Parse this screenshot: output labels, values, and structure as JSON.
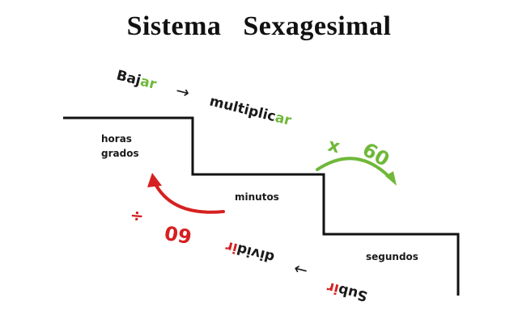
{
  "title": "Sistema   Sexagesimal",
  "steps": {
    "top": [
      "horas",
      "grados"
    ],
    "middle": "minutos",
    "bottom": "segundos"
  },
  "descend": {
    "verb_parts": [
      "Baj",
      "ar"
    ],
    "arrow": "→",
    "action_parts": [
      "multiplic",
      "ar"
    ],
    "operation_symbol": "x",
    "operation_value": "60"
  },
  "ascend": {
    "verb_parts": [
      "Sub",
      "ir"
    ],
    "arrow": "←",
    "action_parts": [
      "divid",
      "ir"
    ],
    "operation_symbol": "÷",
    "operation_value": "60"
  },
  "colors": {
    "staircase": "#111111",
    "descend_accent": "#6fb83a",
    "ascend_accent": "#d62020",
    "text": "#1a1a1a"
  }
}
